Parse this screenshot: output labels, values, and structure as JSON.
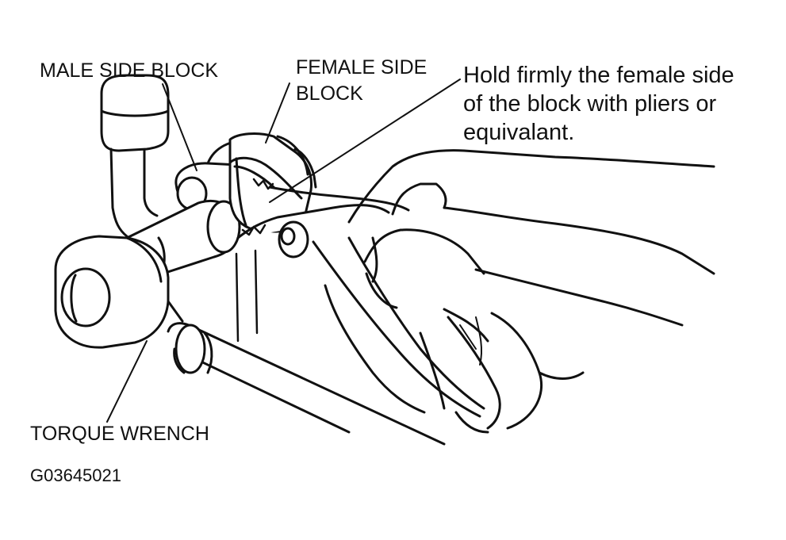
{
  "labels": {
    "male_side_block": "MALE SIDE BLOCK",
    "female_side_block_line1": "FEMALE SIDE",
    "female_side_block_line2": "BLOCK",
    "torque_wrench": "TORQUE WRENCH",
    "figure_code": "G03645021"
  },
  "instruction": {
    "line1": "Hold firmly the female side",
    "line2": "of the block with pliers or",
    "line3": "equivalant."
  },
  "colors": {
    "ink": "#111111",
    "background": "#ffffff"
  }
}
